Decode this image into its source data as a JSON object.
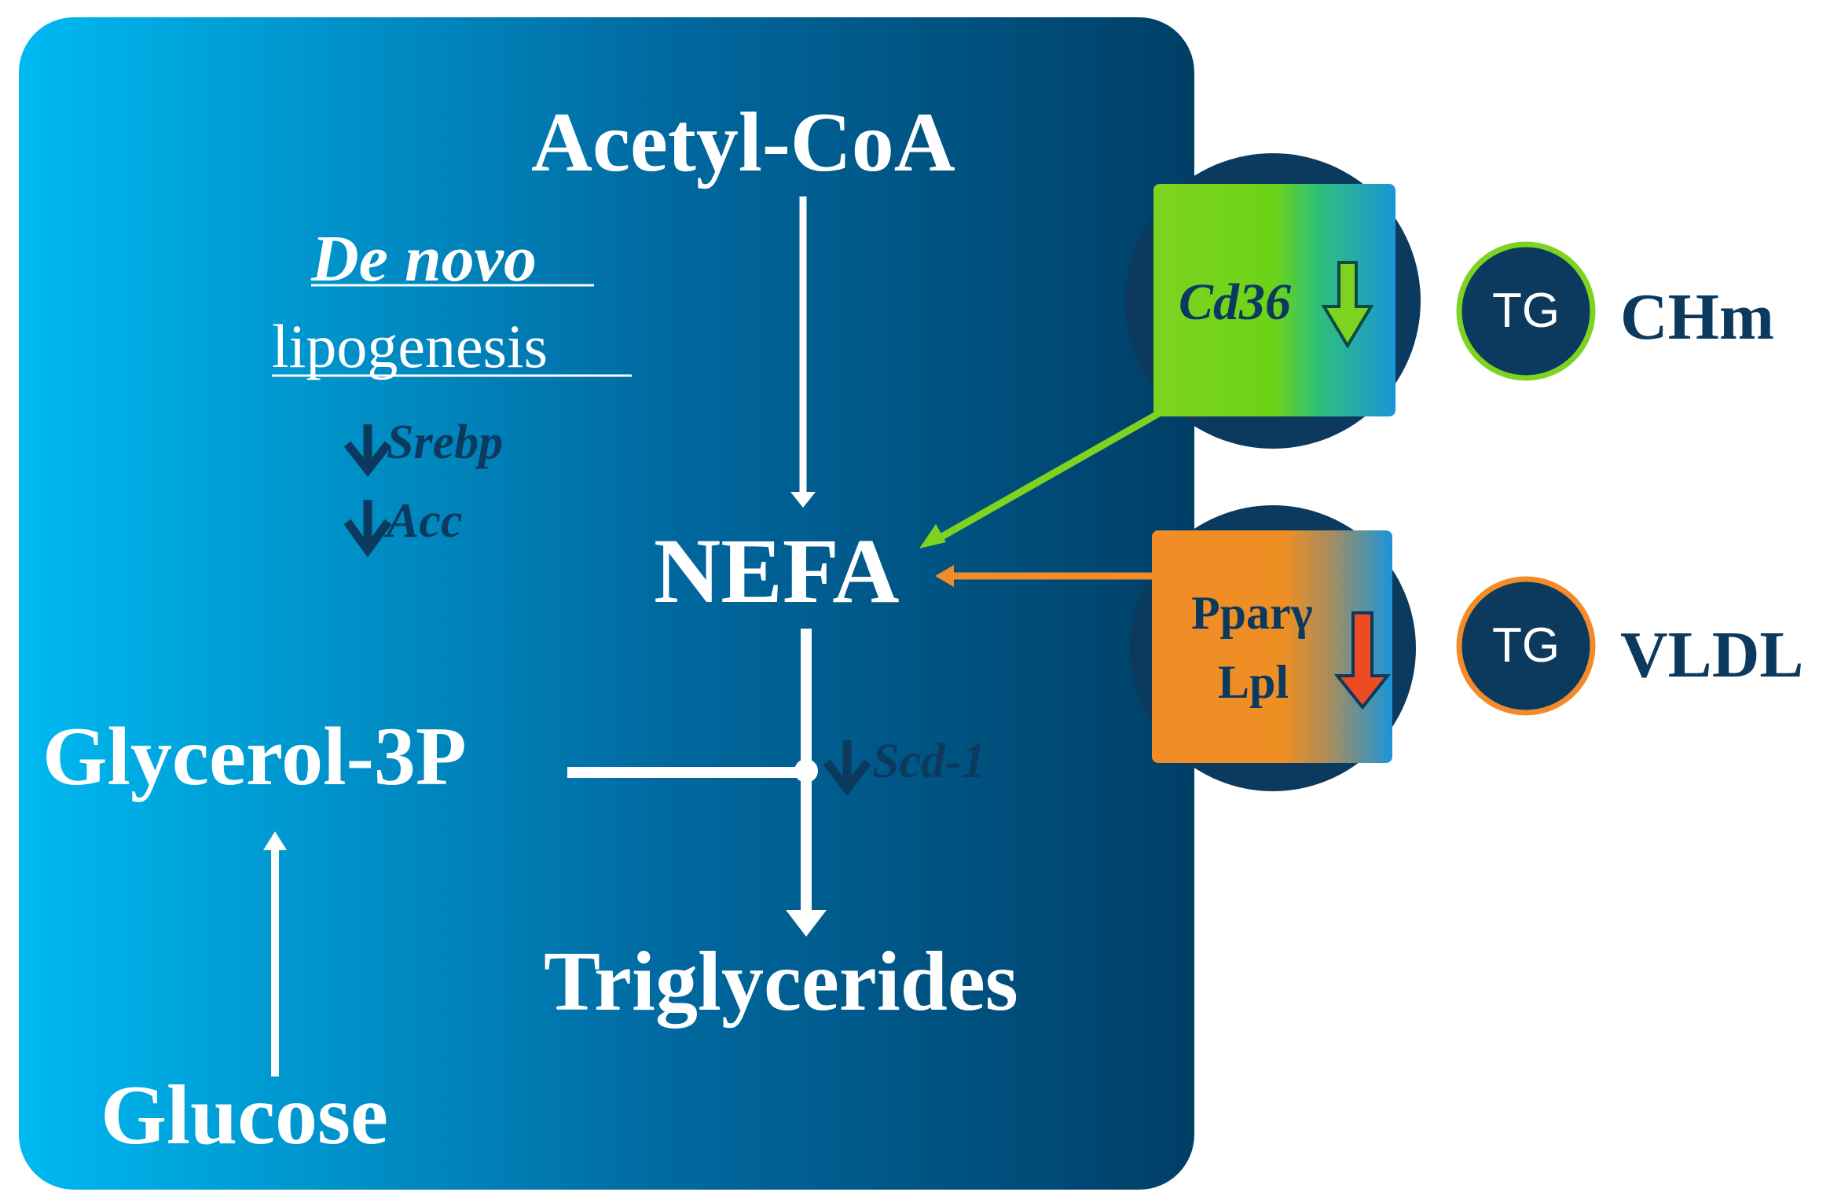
{
  "cell": {
    "acetyl_coa": "Acetyl-CoA",
    "nefa": "NEFA",
    "glycerol_3p": "Glycerol-3P",
    "triglycerides": "Triglycerides",
    "glucose": "Glucose",
    "de_novo": "De novo",
    "lipogenesis": "lipogenesis",
    "genes_down": [
      "Srebp",
      "Acc",
      "Scd-1"
    ]
  },
  "receptors": {
    "cd36": "Cd36",
    "ppar": "Pparγ",
    "lpl": "Lpl"
  },
  "particles": [
    {
      "badge": "TG",
      "label": "CHm",
      "ring_color": "#7ed321"
    },
    {
      "badge": "TG",
      "label": "VLDL",
      "ring_color": "#f28c28"
    }
  ],
  "colors": {
    "cell_light": "#00b9f1",
    "cell_dark": "#003f66",
    "navy": "#0c3a5f",
    "green": "#7ed321",
    "orange": "#f28c28",
    "down_arrow": "#0c3a5f"
  }
}
